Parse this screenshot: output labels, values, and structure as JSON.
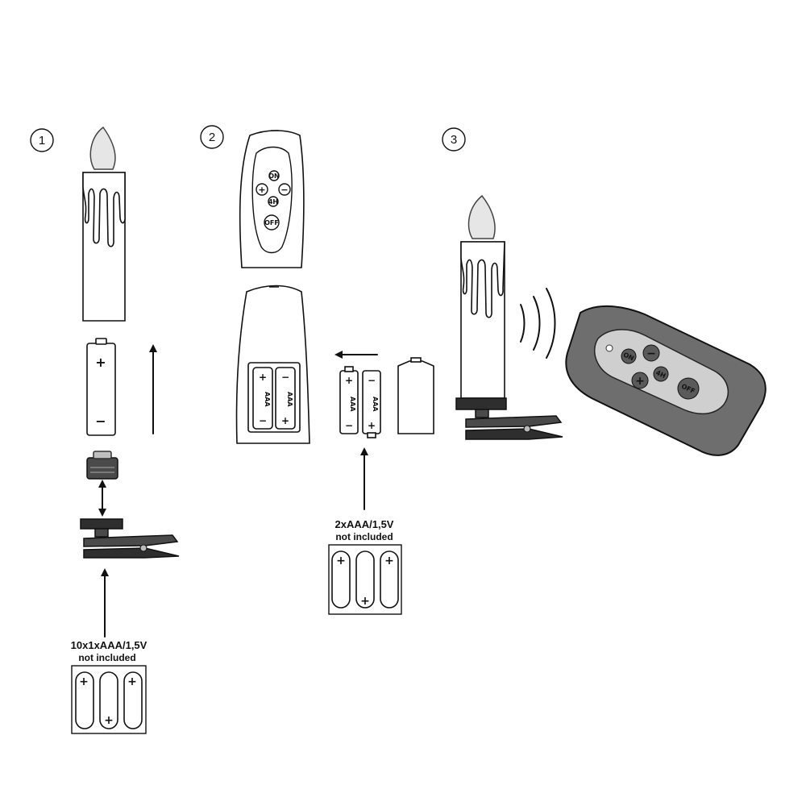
{
  "steps": [
    {
      "number": "1"
    },
    {
      "number": "2"
    },
    {
      "number": "3"
    }
  ],
  "remote_buttons": {
    "on": "ON",
    "plus": "+",
    "minus": "−",
    "timer": "4H",
    "off": "OFF"
  },
  "battery_marks": {
    "plus": "+",
    "minus": "−",
    "type": "AAA"
  },
  "labels": {
    "candle_battery": "10x1xAAA/1,5V",
    "candle_battery_note": "not included",
    "remote_battery": "2xAAA/1,5V",
    "remote_battery_note": "not included"
  }
}
